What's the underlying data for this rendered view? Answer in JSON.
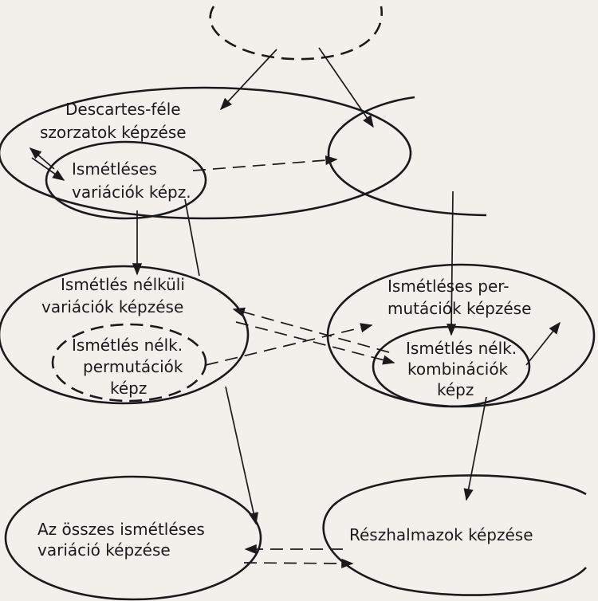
{
  "labels": {
    "descartes": [
      "Descartes-féle",
      "szorzatok  képzése"
    ],
    "ism_var": [
      "Ismétléses",
      "variációk képz."
    ],
    "nelk_var": [
      "Ismétlés nélküli",
      "variációk  képzése"
    ],
    "nelk_perm": [
      "Ismétlés nélk.",
      "permutációk",
      "képz"
    ],
    "ism_perm": [
      "Ismétléses  per-",
      "mutációk  képzése"
    ],
    "nelk_komb": [
      "Ismétlés nélk.",
      "kombinációk",
      "képz"
    ],
    "osszes": [
      "Az  összes  ismétléses",
      "variáció  képzése"
    ],
    "reszhalmaz": [
      "Részhalmazok képzése"
    ]
  },
  "colors": {
    "ink": "#1a1a1a",
    "paper": "#f3f0ec"
  }
}
